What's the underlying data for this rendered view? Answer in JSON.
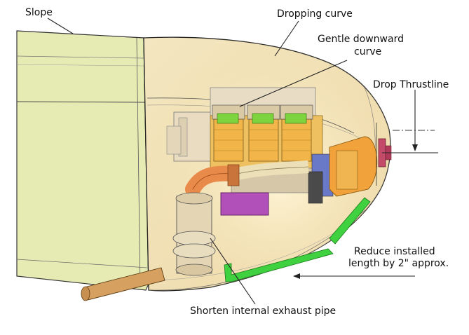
{
  "labels": {
    "slope": "Slope",
    "dropping_curve": "Dropping curve",
    "gentle_line1": "Gentle downward",
    "gentle_line2": "curve",
    "drop_thrustline": "Drop Thrustline",
    "reduce_line1": "Reduce installed",
    "reduce_line2": "length by 2\" approx.",
    "shorten_exhaust": "Shorten internal exhaust pipe"
  },
  "colors": {
    "fuselage_green": "#e6ebb4",
    "cowl_tan": "#f2e2b6",
    "engine_orange": "#f2a23a",
    "carb_green": "#7ed43f",
    "exhaust_orange": "#e88a4a",
    "box_purple": "#b050b8",
    "strip_green": "#3fd13f",
    "prop_red": "#c44a6a"
  }
}
